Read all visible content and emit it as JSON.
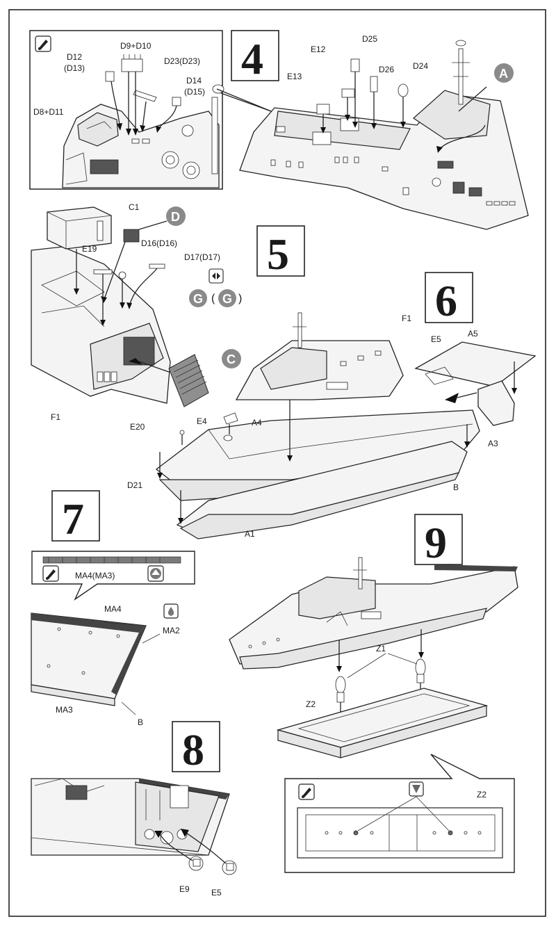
{
  "steps": {
    "s4": {
      "number": "4"
    },
    "s5": {
      "number": "5"
    },
    "s6": {
      "number": "6"
    },
    "s7": {
      "number": "7"
    },
    "s8": {
      "number": "8"
    },
    "s9": {
      "number": "9"
    }
  },
  "badges": {
    "a": "A",
    "c": "C",
    "d": "D",
    "g1": "G",
    "g2": "G",
    "g_paren_open": "(",
    "g_paren_close": ")"
  },
  "labels": {
    "inset4": {
      "d12": "D12",
      "d13": "(D13)",
      "d9d10": "D9+D10",
      "d23": "D23(D23)",
      "d14": "D14",
      "d15": "(D15)",
      "d8d11": "D8+D11"
    },
    "step4": {
      "e12": "E12",
      "d25": "D25",
      "e13": "E13",
      "d26": "D26",
      "d24": "D24"
    },
    "step5": {
      "c1": "C1",
      "e19": "E19",
      "d16": "D16(D16)",
      "d17": "D17(D17)",
      "f1": "F1",
      "e20": "E20"
    },
    "step6": {
      "f1": "F1",
      "e5": "E5",
      "a5": "A5",
      "e4": "E4",
      "a4": "A4",
      "a3": "A3",
      "d21": "D21",
      "b": "B",
      "a1": "A1"
    },
    "step7": {
      "ma4ma3": "MA4(MA3)",
      "ma4": "MA4",
      "ma2": "MA2",
      "ma3": "MA3",
      "b": "B"
    },
    "step8": {
      "e9": "E9",
      "e5": "E5"
    },
    "step9": {
      "z1": "Z1",
      "z2": "Z2",
      "z2_inset": "Z2"
    }
  },
  "colors": {
    "ink": "#1a1a1a",
    "badge_fill": "#8a8a8a",
    "paper": "#ffffff"
  },
  "icons": [
    "glue-icon",
    "paint-drop-icon",
    "flip-icon",
    "drill-hole-icon",
    "upward-arrow-icon"
  ]
}
